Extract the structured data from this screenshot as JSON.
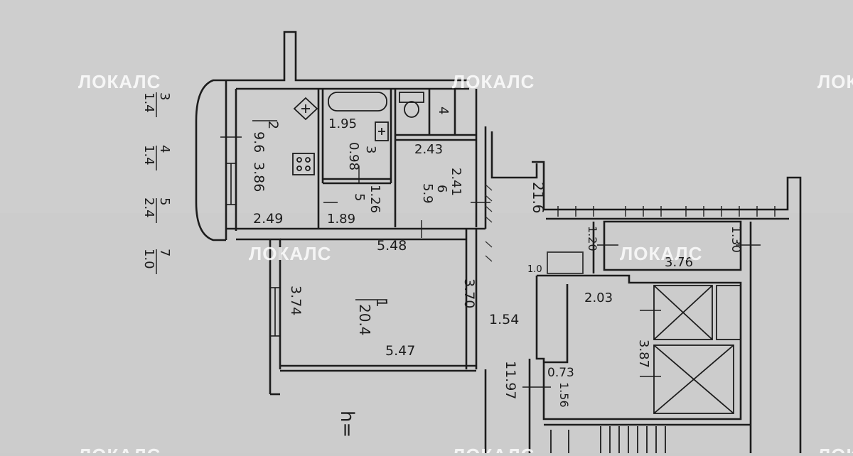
{
  "watermark": {
    "text": "ЛОКАЛС"
  },
  "legend": {
    "rows": [
      {
        "number": "3",
        "value": "1.4"
      },
      {
        "number": "4",
        "value": "1.4"
      },
      {
        "number": "5",
        "value": "2.4"
      },
      {
        "number": "7",
        "value": "1.0"
      }
    ]
  },
  "rooms": {
    "kitchen": {
      "number": "2",
      "area": "9.6",
      "width": "2.49",
      "length": "3.86"
    },
    "bathroom": {
      "number": "3",
      "width": "1.95",
      "depth": "0.98"
    },
    "toilet": {
      "number": "4"
    },
    "storage": {
      "number": "5",
      "width": "1.89",
      "depth": "1.26"
    },
    "hall": {
      "number": "6",
      "area": "5.9",
      "width": "2.43",
      "depth": "2.41"
    },
    "living": {
      "number": "1",
      "area": "20.4",
      "top_width": "5.48",
      "bottom_width": "5.47",
      "left_height": "3.74",
      "right_height": "3.70"
    },
    "loggia": {
      "width": "3.76",
      "depth": "1.30"
    }
  },
  "corridor": {
    "label_a": "21.6",
    "label_b": "1.54",
    "label_c": "11.97",
    "label_d": "1.20",
    "label_e": "1.0"
  },
  "stair_hall": {
    "width": "2.03",
    "length": "3.87",
    "niche_width": "0.73",
    "niche_depth": "1.56"
  },
  "next_room": {
    "label": "h="
  }
}
